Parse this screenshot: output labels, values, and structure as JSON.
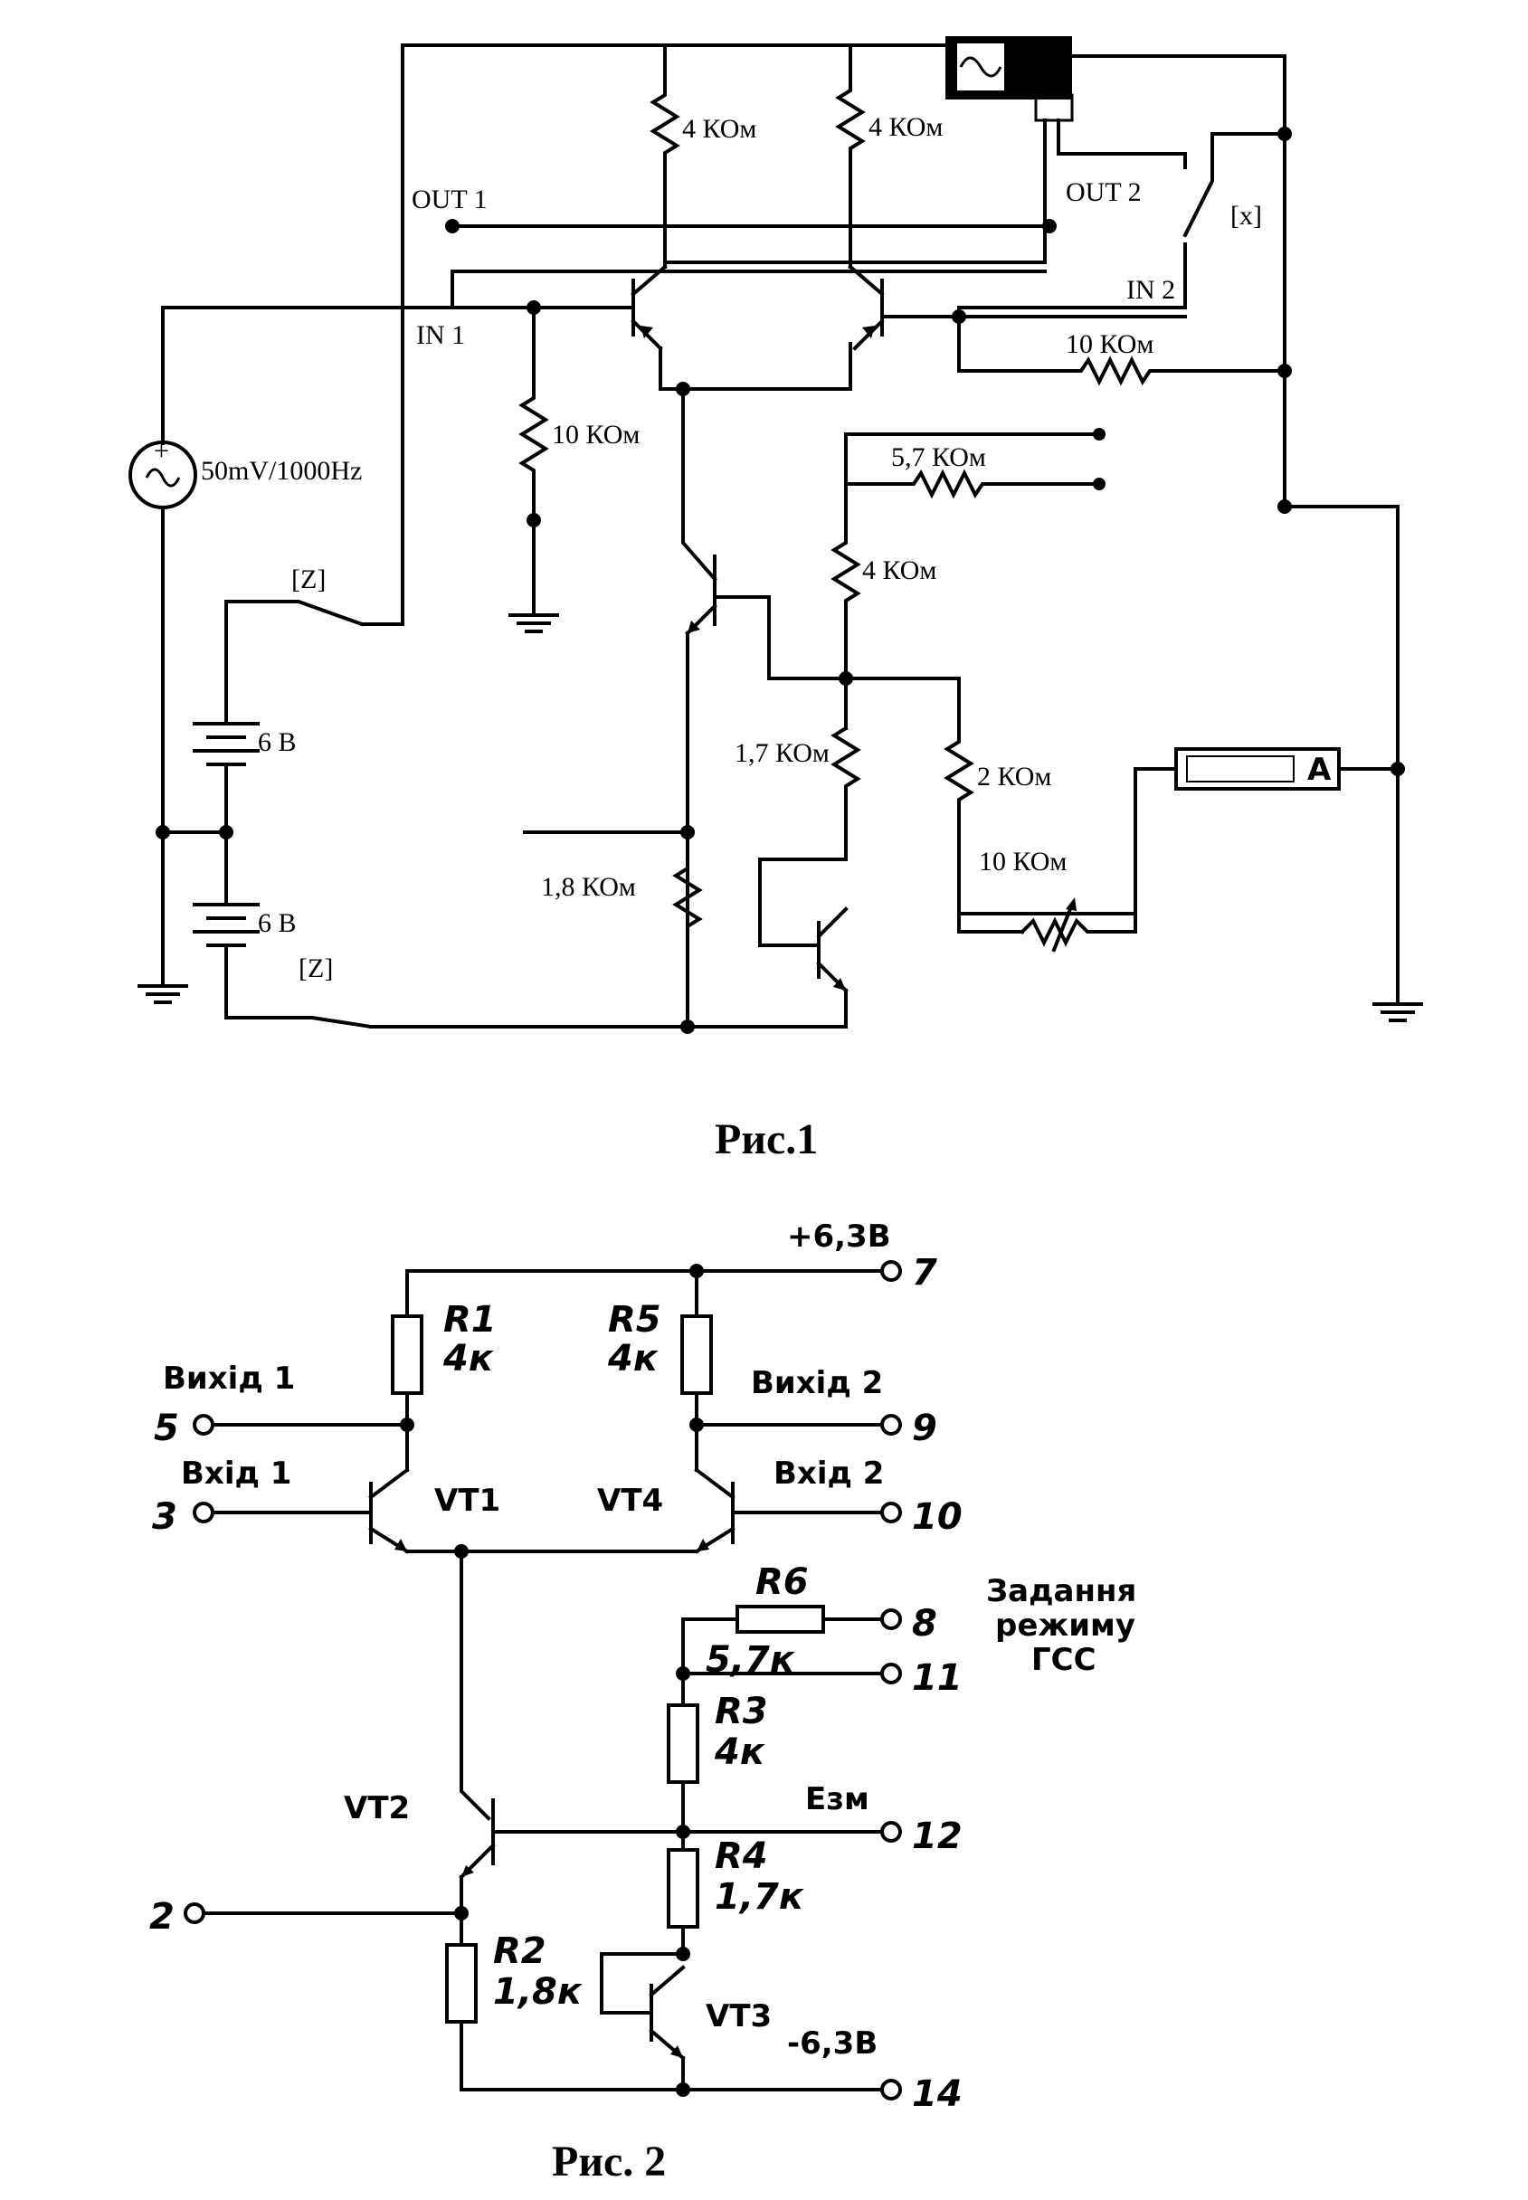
{
  "figure1": {
    "caption": "Рис.1",
    "labels": {
      "out1": "OUT 1",
      "out2": "OUT 2",
      "in1": "IN 1",
      "in2": "IN 2",
      "r_top_left": "4 КОм",
      "r_top_right": "4 КОм",
      "r_in2": "10 КОм",
      "r_in1_gnd": "10 КОм",
      "r_57": "5,7 КОм",
      "r_4": "4 КОм",
      "r_17": "1,7 КОм",
      "r_2": "2 КОм",
      "r_pot": "10 КОм",
      "r_18": "1,8 КОм",
      "source": "50mV/1000Hz",
      "bat1": "6 В",
      "bat2": "6 В",
      "sw_z1": "[Z]",
      "sw_z2": "[Z]",
      "sw_x": "[x]",
      "ammeter": "A"
    }
  },
  "figure2": {
    "caption": "Рис. 2",
    "labels": {
      "vplus": "+6,3В",
      "vminus": "-6,3В",
      "r1": "R1",
      "r1v": "4к",
      "r5": "R5",
      "r5v": "4к",
      "r6": "R6",
      "r6v": "5,7к",
      "r3": "R3",
      "r3v": "4к",
      "r4": "R4",
      "r4v": "1,7к",
      "r2": "R2",
      "r2v": "1,8к",
      "vt1": "VT1",
      "vt2": "VT2",
      "vt3": "VT3",
      "vt4": "VT4",
      "out1": "Вихід 1",
      "out2": "Вихід 2",
      "in1": "Вхід 1",
      "in2": "Вхід 2",
      "ezm": "Езм",
      "mode1": "Задання",
      "mode2": "режиму",
      "mode3": "ГСС",
      "p2": "2",
      "p3": "3",
      "p5": "5",
      "p7": "7",
      "p8": "8",
      "p9": "9",
      "p10": "10",
      "p11": "11",
      "p12": "12",
      "p14": "14"
    }
  }
}
